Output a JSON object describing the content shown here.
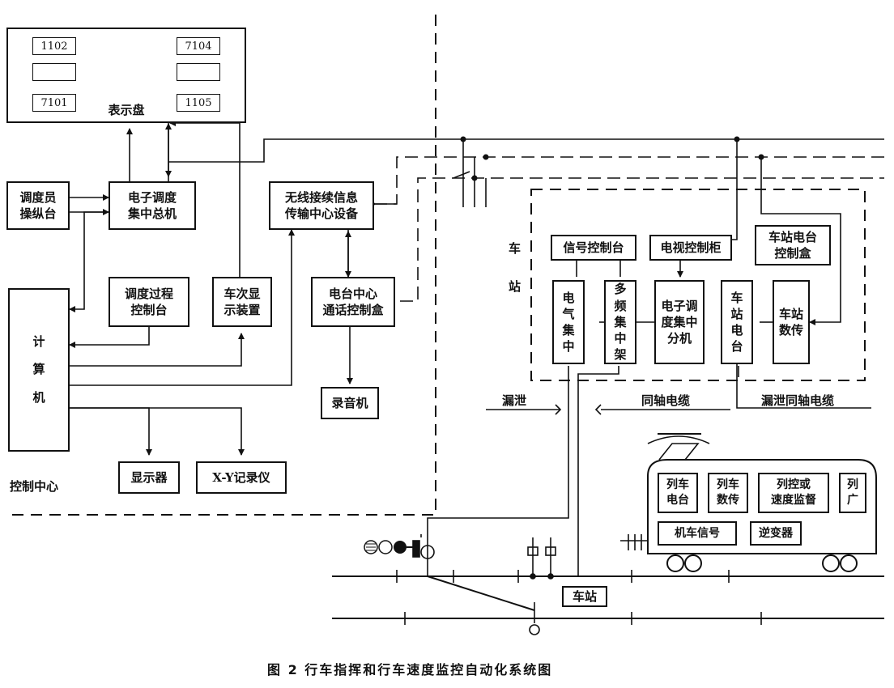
{
  "board": {
    "title": "表示盘",
    "signals": [
      "1102",
      "7104",
      "7101",
      "1105"
    ]
  },
  "control_center": {
    "label": "控制中心",
    "dispatcher_console": "调度员\n操纵台",
    "central_computer": "电子调度\n集中总机",
    "process_console": "调度过程\n控制台",
    "train_display": "车次显\n示装置",
    "computer": "计\n\n算\n\n机",
    "monitor": "显示器",
    "xy_recorder": "X-Y记录仪",
    "radio_center": "无线接续信息\n传输中心设备",
    "radio_control_box": "电台中心\n通话控制盒",
    "tape_recorder": "录音机"
  },
  "station": {
    "label": "车\n\n\n站",
    "signal_console": "信号控制台",
    "tv_cabinet": "电视控制柜",
    "radio_control_box": "车站电台\n控制盒",
    "interlocking": "电气集中",
    "multi_freq_rack": "多频集中架",
    "dispatch_slave": "电子调度集中分机",
    "station_radio": "车站电台",
    "data_transmission": "车站数传"
  },
  "cables": {
    "leaky": "漏泄",
    "coax": "同轴电缆",
    "leaky_coax": "漏泄同轴电缆"
  },
  "train": {
    "radio": "列车\n电台",
    "data": "列车\n数传",
    "speed_control": "列控或\n速度监督",
    "broadcast": "列\n广",
    "cab_signal": "机车信号",
    "inverter": "逆变器"
  },
  "track": {
    "station_label": "车站"
  },
  "caption": "图 2   行车指挥和行车速度监控自动化系统图"
}
